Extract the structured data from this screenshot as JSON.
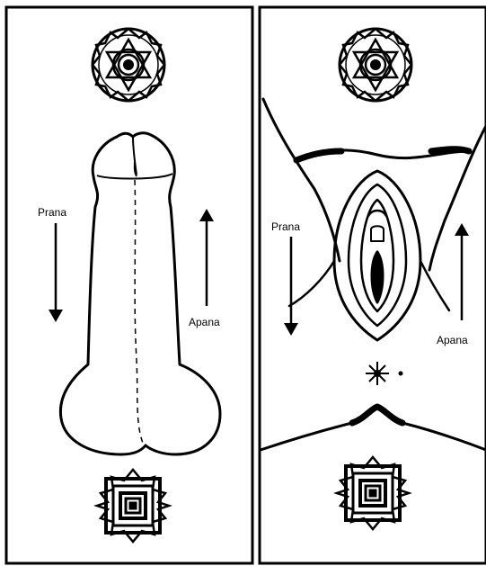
{
  "colors": {
    "ink": "#000000",
    "paper": "#ffffff"
  },
  "panels": {
    "left": {
      "symbols": [
        "crown-chakra-lotus-icon",
        "root-chakra-square-icon"
      ],
      "prana_label": "Prana",
      "apana_label": "Apana",
      "prana_direction": "down",
      "apana_direction": "up"
    },
    "right": {
      "symbols": [
        "crown-chakra-lotus-icon",
        "spark-icon",
        "root-chakra-square-icon"
      ],
      "prana_label": "Prana",
      "apana_label": "Apana",
      "prana_direction": "down",
      "apana_direction": "up"
    }
  }
}
